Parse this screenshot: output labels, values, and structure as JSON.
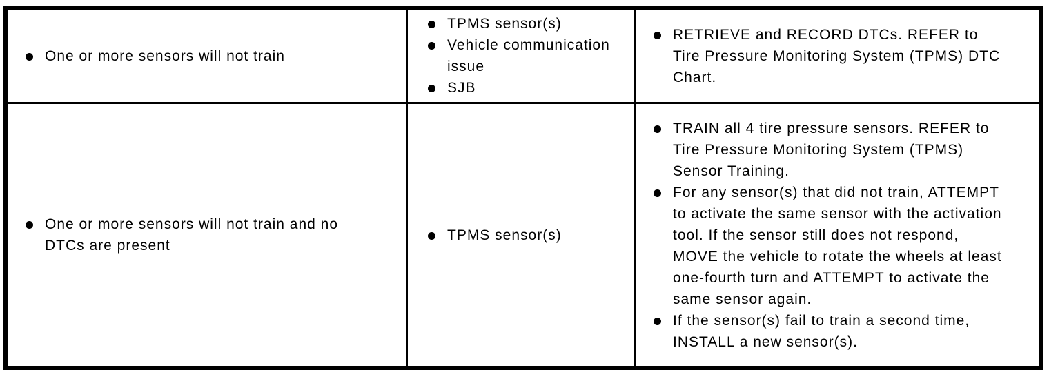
{
  "colors": {
    "background": "#ffffff",
    "border": "#000000",
    "text": "#000000"
  },
  "table": {
    "rows": [
      {
        "symptom": [
          "One or more sensors will not train"
        ],
        "possible_sources": [
          "TPMS sensor(s)",
          "Vehicle communication issue",
          "SJB"
        ],
        "actions": [
          "RETRIEVE and RECORD DTCs. REFER to Tire Pressure Monitoring System (TPMS) DTC Chart."
        ]
      },
      {
        "symptom": [
          "One or more sensors will not train and no DTCs are present"
        ],
        "possible_sources": [
          "TPMS sensor(s)"
        ],
        "actions": [
          "TRAIN all 4 tire pressure sensors. REFER to Tire Pressure Monitoring System (TPMS) Sensor Training.",
          "For any sensor(s) that did not train, ATTEMPT to activate the same sensor with the activation tool. If the sensor still does not respond, MOVE the vehicle to rotate the wheels at least one-fourth turn and ATTEMPT to activate the same sensor again.",
          "If the sensor(s) fail to train a second time, INSTALL a new sensor(s)."
        ]
      }
    ]
  }
}
